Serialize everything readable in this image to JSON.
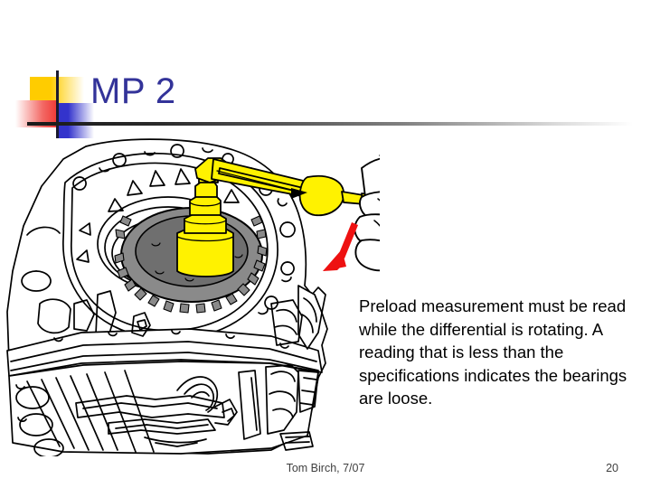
{
  "slide": {
    "title": "MP 2",
    "title_color": "#333399",
    "background_color": "#ffffff",
    "body_text": "Preload measurement must be read while the differential is rotating. A reading that is less than the specifications indicates the bearings are loose.",
    "footer": {
      "author": "Tom Birch, 7/07",
      "page_number": "20"
    },
    "decoration": {
      "yellow": "#FFCC00",
      "red": "#F03A36",
      "blue": "#3333CC",
      "rule": "#1a1a1a"
    },
    "illustration": {
      "name": "differential-preload-measurement-diagram",
      "description": "Line drawing of a transaxle case with differential ring gear, a yellow socket adapter and beam-type torque wrench held by a hand, with a red arrow indicating rotation direction",
      "colors": {
        "line": "#000000",
        "gear_fill": "#808080",
        "tool_fill": "#FFF200",
        "arrow": "#EE1111"
      }
    }
  }
}
